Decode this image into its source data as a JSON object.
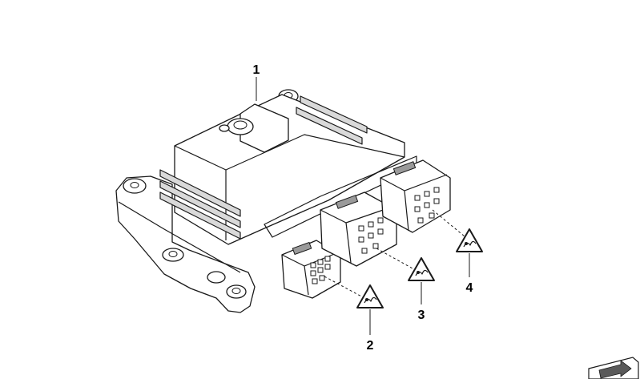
{
  "diagram": {
    "callouts": [
      {
        "id": "1",
        "label": "1"
      },
      {
        "id": "2",
        "label": "2"
      },
      {
        "id": "3",
        "label": "3"
      },
      {
        "id": "4",
        "label": "4"
      }
    ],
    "warning_symbol_icon": "connector-warning-triangle-icon",
    "nav_icon": "next-page-arrow-icon"
  }
}
